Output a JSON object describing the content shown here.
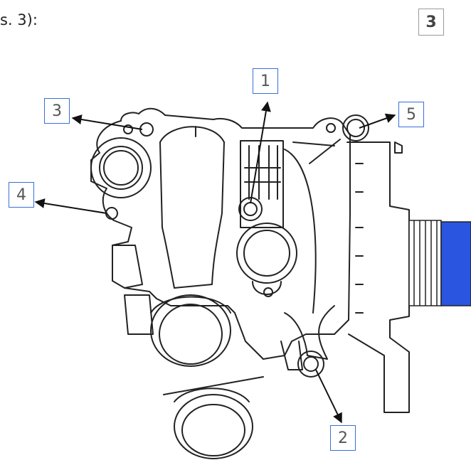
{
  "caption": "s. 3):",
  "figure_number": "3",
  "callouts": {
    "c1": "1",
    "c2": "2",
    "c3": "3",
    "c4": "4",
    "c5": "5"
  },
  "colors": {
    "callout_border": "#3a6fd8",
    "gear_blue": "#2a55e0",
    "line": "#222222"
  }
}
